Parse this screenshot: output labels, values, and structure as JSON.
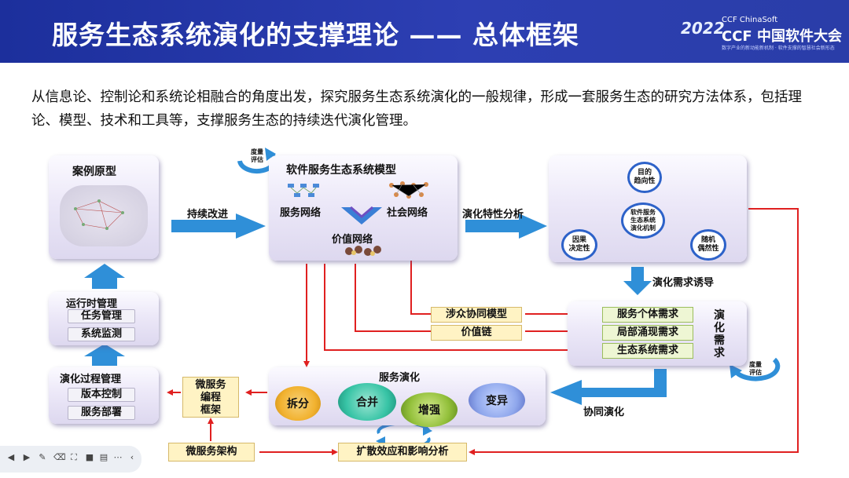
{
  "header": {
    "title": "服务生态系统演化的支撑理论 —— 总体框架",
    "logo_top": "CCF ChinaSoft",
    "logo_year": "2022",
    "logo_main": "CCF 中国软件大会",
    "logo_sub": "数字产业的新动能新机制 · 软件支撑的智慧社会新形态"
  },
  "intro": "从信息论、控制论和系统论相融合的角度出发，探究服务生态系统演化的一般规律，形成一套服务生态的研究方法体系，包括理论、模型、技术和工具等，支撑服务生态的持续迭代演化管理。",
  "diagram": {
    "case_prototype": "案例原型",
    "continuous_improve": "持续改进",
    "model_title": "软件服务生态系统模型",
    "service_network": "服务网络",
    "social_network": "社会网络",
    "value_network": "价值网络",
    "metric_eval_top": "度量\n评估",
    "evolution_analysis": "演化特性分析",
    "triangle": {
      "center": "软件服务\n生态系统\n演化机制",
      "top": "目的\n趋向性",
      "left": "因果\n决定性",
      "right": "随机\n偶然性"
    },
    "demand_induce": "演化需求诱导",
    "stakeholder_model": "涉众协同模型",
    "value_chain": "价值链",
    "demands": [
      "服务个体需求",
      "局部涌现需求",
      "生态系统需求"
    ],
    "evo_demand": "演化需求",
    "metric_eval_right": "度量\n评估",
    "runtime_mgmt": "运行时管理",
    "runtime_items": [
      "任务管理",
      "系统监测"
    ],
    "process_mgmt": "演化过程管理",
    "process_items": [
      "版本控制",
      "服务部署"
    ],
    "microservice_framework": "微服务\n编程\n框架",
    "service_evolution": "服务演化",
    "gears": [
      "拆分",
      "合并",
      "增强",
      "变异"
    ],
    "collab_evolution": "协同演化",
    "microservice_arch": "微服务架构",
    "diffusion_analysis": "扩散效应和影响分析"
  },
  "colors": {
    "header_bg": "#2a3da8",
    "arrow_blue": "#2f8fd8",
    "arrow_red": "#e02020",
    "gear_colors": [
      "#f2b230",
      "#38c4a6",
      "#93c03b",
      "#6b8fe0"
    ]
  },
  "icons": [
    "cycle-arrow-icon",
    "prev-icon",
    "next-icon",
    "pen-icon",
    "eraser-icon",
    "screenshot-icon",
    "camera-icon",
    "comment-icon",
    "more-icon",
    "back-icon"
  ]
}
